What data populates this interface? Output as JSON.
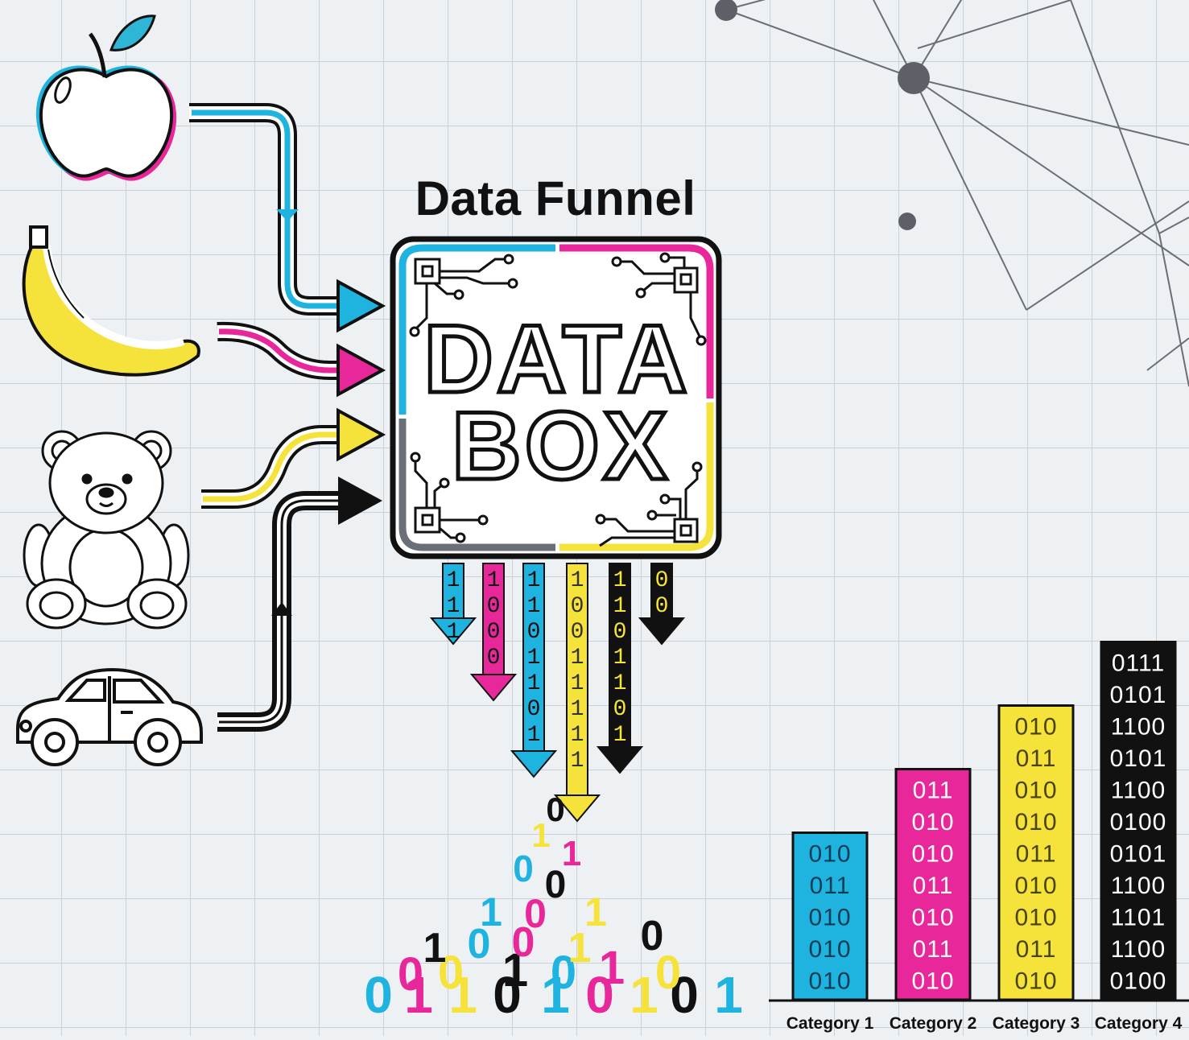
{
  "title": "Data Funnel",
  "box": {
    "line1": "DATA",
    "line2": "BOX"
  },
  "inputs": [
    {
      "icon": "apple-icon",
      "color": "#1fb3e0"
    },
    {
      "icon": "banana-icon",
      "color": "#e8279a"
    },
    {
      "icon": "teddy-bear-icon",
      "color": "#f5e23a"
    },
    {
      "icon": "car-icon",
      "color": "#111111"
    }
  ],
  "outputs": [
    {
      "color": "#1fb3e0",
      "bits": "111"
    },
    {
      "color": "#e8279a",
      "bits": "1000"
    },
    {
      "color": "#1fb3e0",
      "bits": "1101101"
    },
    {
      "color": "#f5e23a",
      "bits": "10011111"
    },
    {
      "color": "#111111",
      "bits": "1101101"
    },
    {
      "color": "#111111",
      "bits": "00"
    }
  ],
  "pile_bits": [
    "0",
    "1",
    "1",
    "0",
    "1",
    "0",
    "1",
    "0",
    "1",
    "0",
    "0",
    "1",
    "0",
    "1",
    "0",
    "1",
    "0",
    "0",
    "1",
    "0",
    "1",
    "0",
    "1",
    "0",
    "0",
    "1",
    "1",
    "0"
  ],
  "categories": [
    {
      "label": "Category 1",
      "color": "#1fb3e0",
      "text_color": "#0c3d55",
      "rows": [
        "010",
        "011",
        "010",
        "010",
        "010"
      ]
    },
    {
      "label": "Category 2",
      "color": "#e8279a",
      "text_color": "#ffffff",
      "rows": [
        "011",
        "010",
        "010",
        "011",
        "010",
        "011",
        "010"
      ]
    },
    {
      "label": "Category 3",
      "color": "#f5e23a",
      "text_color": "#4a4410",
      "rows": [
        "010",
        "011",
        "010",
        "010",
        "011",
        "010",
        "010",
        "011",
        "010"
      ]
    },
    {
      "label": "Category 4",
      "color": "#111111",
      "text_color": "#ffffff",
      "rows": [
        "0111",
        "0101",
        "1100",
        "0101",
        "1100",
        "0100",
        "0101",
        "1100",
        "1101",
        "1100",
        "0100"
      ]
    }
  ],
  "colors": {
    "cyan": "#1fb3e0",
    "magenta": "#e8279a",
    "yellow": "#f5e23a",
    "black": "#111111",
    "grid": "#c9d0d8"
  }
}
